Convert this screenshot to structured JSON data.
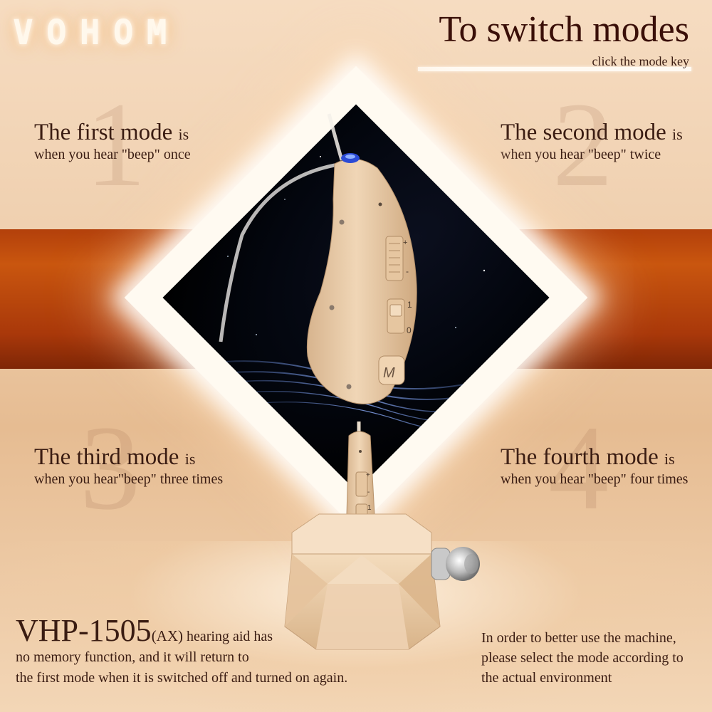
{
  "brand": {
    "logo": "VOHOM"
  },
  "header": {
    "title": "To switch modes",
    "subtitle": "click the mode key"
  },
  "modes": [
    {
      "numeral": "1",
      "title": "The first mode",
      "suffix": "is",
      "desc": "when you hear \"beep\" once"
    },
    {
      "numeral": "2",
      "title": "The second mode",
      "suffix": "is",
      "desc": "when you hear \"beep\" twice"
    },
    {
      "numeral": "3",
      "title": "The third mode",
      "suffix": "is",
      "desc": "when you hear\"beep\" three times"
    },
    {
      "numeral": "4",
      "title": "The fourth mode",
      "suffix": "is",
      "desc": "when you hear \"beep\" four times"
    }
  ],
  "device": {
    "labels": {
      "plus": "+",
      "minus": "-",
      "on": "1",
      "off": "0",
      "mode": "M"
    }
  },
  "product": {
    "model": "VHP-1505",
    "variant": "(AX)",
    "line1_rest": "hearing aid has",
    "line2": "no memory function, and it will return to",
    "line3": "the first mode when it is switched off and turned on again."
  },
  "advice": {
    "line1": "In order to better use the machine,",
    "line2": "please select the mode according to",
    "line3": "the actual environment"
  },
  "colors": {
    "band": "#b3400b",
    "text": "#3a1c12",
    "device_beige": "#e8cba8",
    "led_blue": "#2b4bd6"
  }
}
